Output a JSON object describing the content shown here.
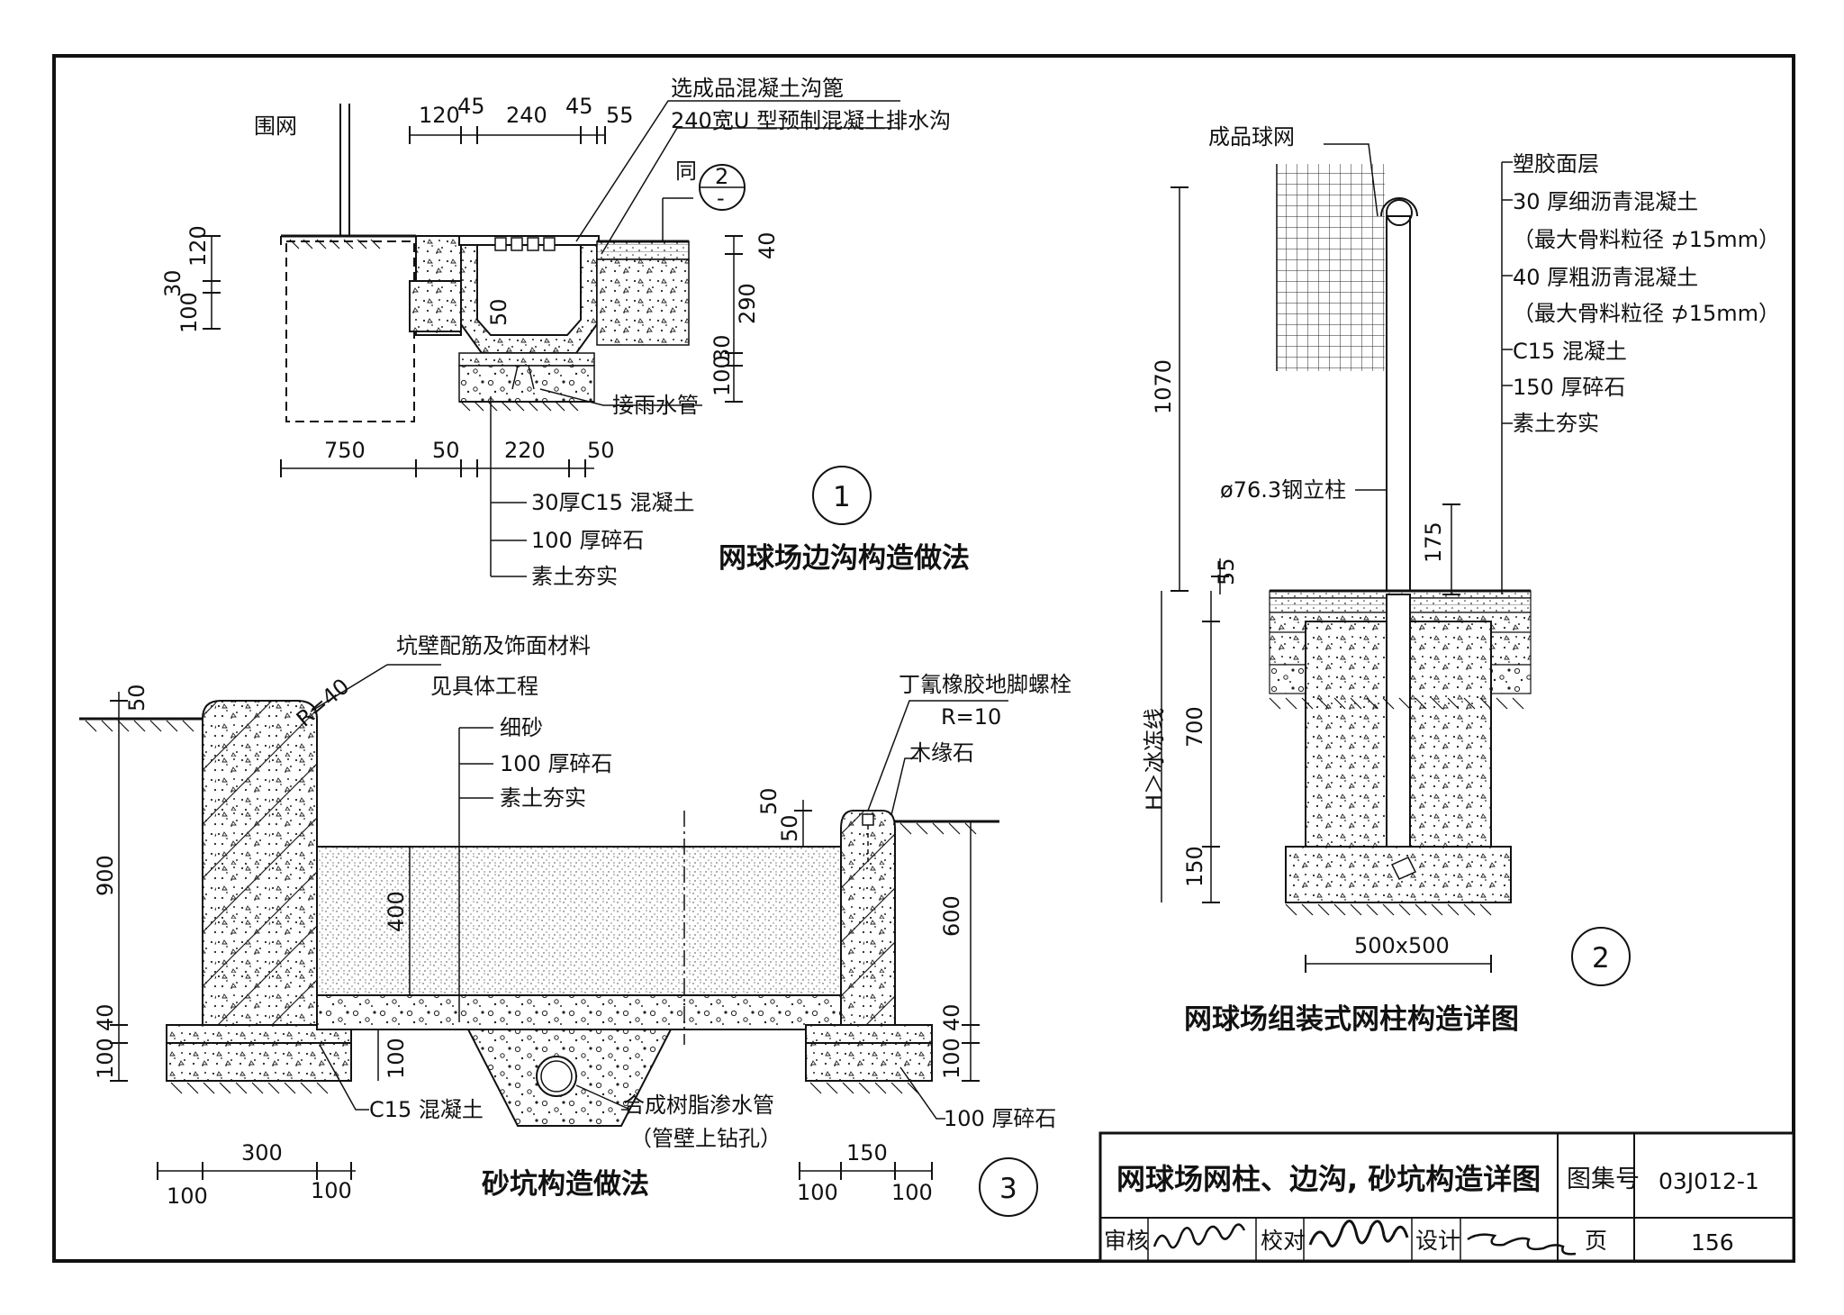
{
  "drawing_1": {
    "title": "网球场边沟构造做法",
    "number": "1",
    "labels": {
      "fence": "围网",
      "grate": "选成品混凝土沟篦",
      "channel": "240宽U 型预制混凝土排水沟",
      "same_as": "同",
      "ref_top": "2",
      "ref_bottom": "-",
      "downpipe": "接雨水管",
      "layer1": "30厚C15 混凝土",
      "layer2": "100 厚碎石",
      "layer3": "素土夯实"
    },
    "dims": {
      "d120a": "120",
      "d45a": "45",
      "d240": "240",
      "d45b": "45",
      "d55": "55",
      "v120": "120",
      "v30": "30",
      "v100": "100",
      "v50": "50",
      "v40": "40",
      "v290": "290",
      "v30b": "30",
      "v100b": "100",
      "d750": "750",
      "d50a": "50",
      "d220": "220",
      "d50b": "50"
    }
  },
  "drawing_2": {
    "title": "网球场组装式网柱构造详图",
    "number": "2",
    "labels": {
      "net": "成品球网",
      "post": "ø76.3钢立柱",
      "frost": "H＞冰冻线",
      "l1": "塑胶面层",
      "l2": "30 厚细沥青混凝土",
      "l3": "（最大骨料粒径 ⊅15mm）",
      "l4": "40 厚粗沥青混凝土",
      "l5": "（最大骨料粒径 ⊅15mm）",
      "l6": "C15 混凝土",
      "l7": "150 厚碎石",
      "l8": "素土夯实"
    },
    "dims": {
      "d1070": "1070",
      "d175": "175",
      "d55": "55",
      "d700": "700",
      "d150": "150",
      "d500": "500x500"
    }
  },
  "drawing_3": {
    "title": "砂坑构造做法",
    "number": "3",
    "labels": {
      "wall_note1": "坑壁配筋及饰面材料",
      "wall_note2": "见具体工程",
      "r40": "R=40",
      "sand": "细砂",
      "gravel": "100 厚碎石",
      "soil": "素土夯实",
      "bolt": "丁氰橡胶地脚螺栓",
      "r10": "R=10",
      "curb": "木缘石",
      "c15": "C15 混凝土",
      "pipe1": "合成树脂渗水管",
      "pipe2": "（管壁上钻孔）",
      "gravel2": "100 厚碎石"
    },
    "dims": {
      "v50": "50",
      "v900": "900",
      "v40": "40",
      "v100": "100",
      "v400": "400",
      "v100b": "100",
      "v50r": "50",
      "v600": "600",
      "v40r": "40",
      "v100r": "100",
      "d300": "300",
      "d100a": "100",
      "d100b": "100",
      "d150": "150",
      "d100c": "100",
      "d100d": "100"
    }
  },
  "title_block": {
    "title": "网球场网柱、边沟, 砂坑构造详图",
    "atlas_label": "图集号",
    "atlas_no": "03J012-1",
    "review": "审核",
    "check": "校对",
    "design": "设计",
    "page_label": "页",
    "page_no": "156"
  }
}
